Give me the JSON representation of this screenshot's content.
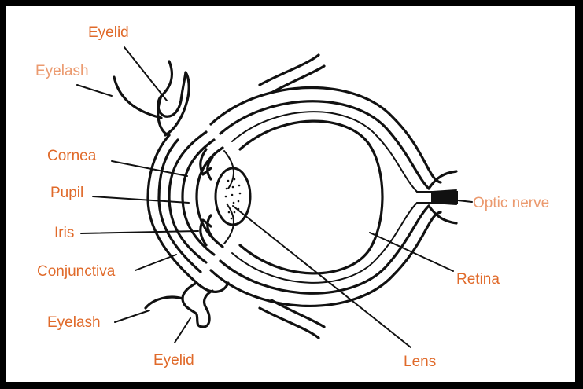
{
  "colors": {
    "label": "#e06a2a",
    "label_light": "#eb9a6f",
    "line": "#111111",
    "frame": "#000000"
  },
  "labels": {
    "eyelid_top": "Eyelid",
    "eyelash_top": "Eyelash",
    "cornea": "Cornea",
    "pupil": "Pupil",
    "iris": "Iris",
    "conjunctiva": "Conjunctiva",
    "eyelash_bottom": "Eyelash",
    "eyelid_bottom": "Eyelid",
    "lens": "Lens",
    "retina": "Retina",
    "optic_nerve": "Optic nerve"
  }
}
